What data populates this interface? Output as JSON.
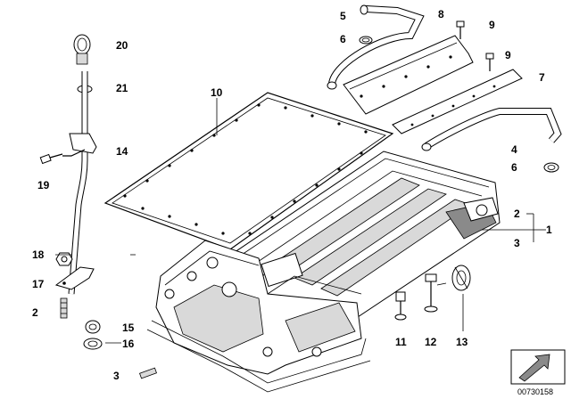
{
  "callouts": {
    "c1": "1",
    "c2a": "2",
    "c2b": "2",
    "c3a": "3",
    "c3b": "3",
    "c4": "4",
    "c5": "5",
    "c6a": "6",
    "c6b": "6",
    "c7": "7",
    "c8": "8",
    "c9a": "9",
    "c9b": "9",
    "c10": "10",
    "c11": "11",
    "c12": "12",
    "c13": "13",
    "c14": "14",
    "c15": "15",
    "c16": "16",
    "c17": "17",
    "c18": "18",
    "c19": "19",
    "c20": "20",
    "c21": "21"
  },
  "diagram_id": "00730158"
}
